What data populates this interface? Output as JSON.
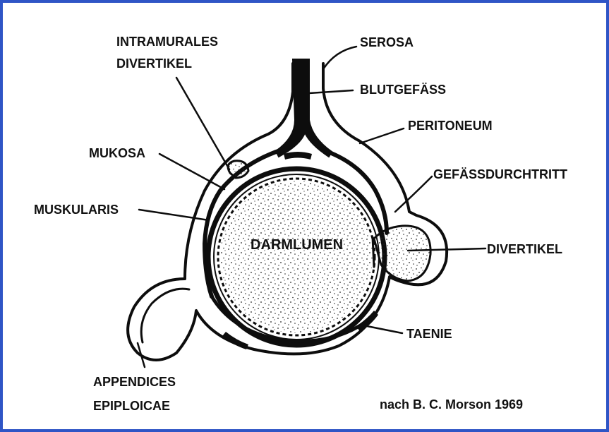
{
  "colors": {
    "frame": "#2f55c6",
    "ink": "#0d0d0d",
    "paper": "#ffffff"
  },
  "labels": {
    "intramurales_1": "INTRAMURALES",
    "intramurales_2": "DIVERTIKEL",
    "serosa": "SEROSA",
    "blutgefaess": "BLUTGEFÄSS",
    "peritoneum": "PERITONEUM",
    "mukosa": "MUKOSA",
    "gefaessdurchtritt": "GEFÄSSDURCHTRITT",
    "muskularis": "MUSKULARIS",
    "darmlumen": "DARMLUMEN",
    "divertikel": "DIVERTIKEL",
    "taenie": "TAENIE",
    "appendices_1": "APPENDICES",
    "appendices_2": "EPIPLOICAE"
  },
  "credit": "nach B. C. Morson 1969"
}
